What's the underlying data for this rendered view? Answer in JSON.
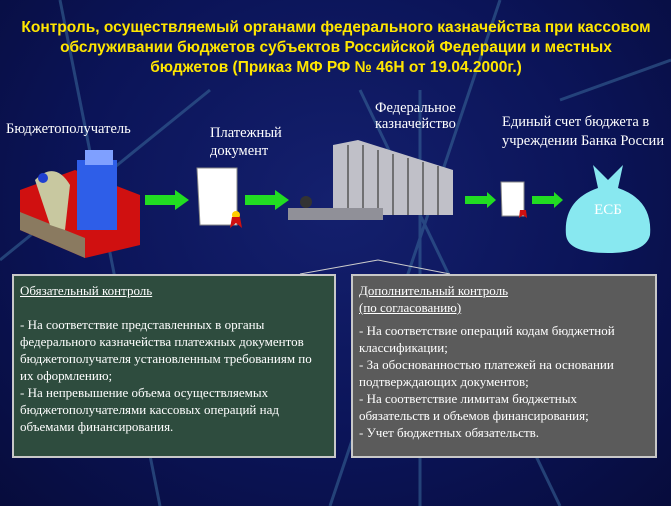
{
  "title": "Контроль, осуществляемый органами федерального казначейства при кассовом обслуживании бюджетов субъектов Российской Федерации и местных бюджетов (Приказ МФ РФ № 46Н от 19.04.2000г.)",
  "flow": {
    "recipient": "Бюджетополучатель",
    "payment_doc": "Платежный документ",
    "treasury": "Федеральное казначейство",
    "account": "Единый счет бюджета в учреждении Банка России",
    "bag_label": "ЕСБ"
  },
  "mandatory": {
    "heading": "Обязательный контроль",
    "items": [
      "- На соответствие представленных в органы федерального казначейства платежных документов бюджетополучателя установленным требованиям по их оформлению;",
      "- На непревышение объема осуществляемых бюджетополучателями кассовых операций над объемами финансирования."
    ]
  },
  "additional": {
    "heading": "Дополнительный контроль",
    "subheading": "(по согласованию)",
    "items": [
      "- На соответствие операций кодам бюджетной классификации;",
      "- За обоснованностью платежей на основании подтверждающих документов;",
      "- На соответствие лимитам бюджетных обязательств и объемов финансирования;",
      "- Учет бюджетных обязательств."
    ]
  },
  "colors": {
    "title": "#ffe600",
    "arrow": "#22dd22",
    "bag": "#88e8f0"
  }
}
